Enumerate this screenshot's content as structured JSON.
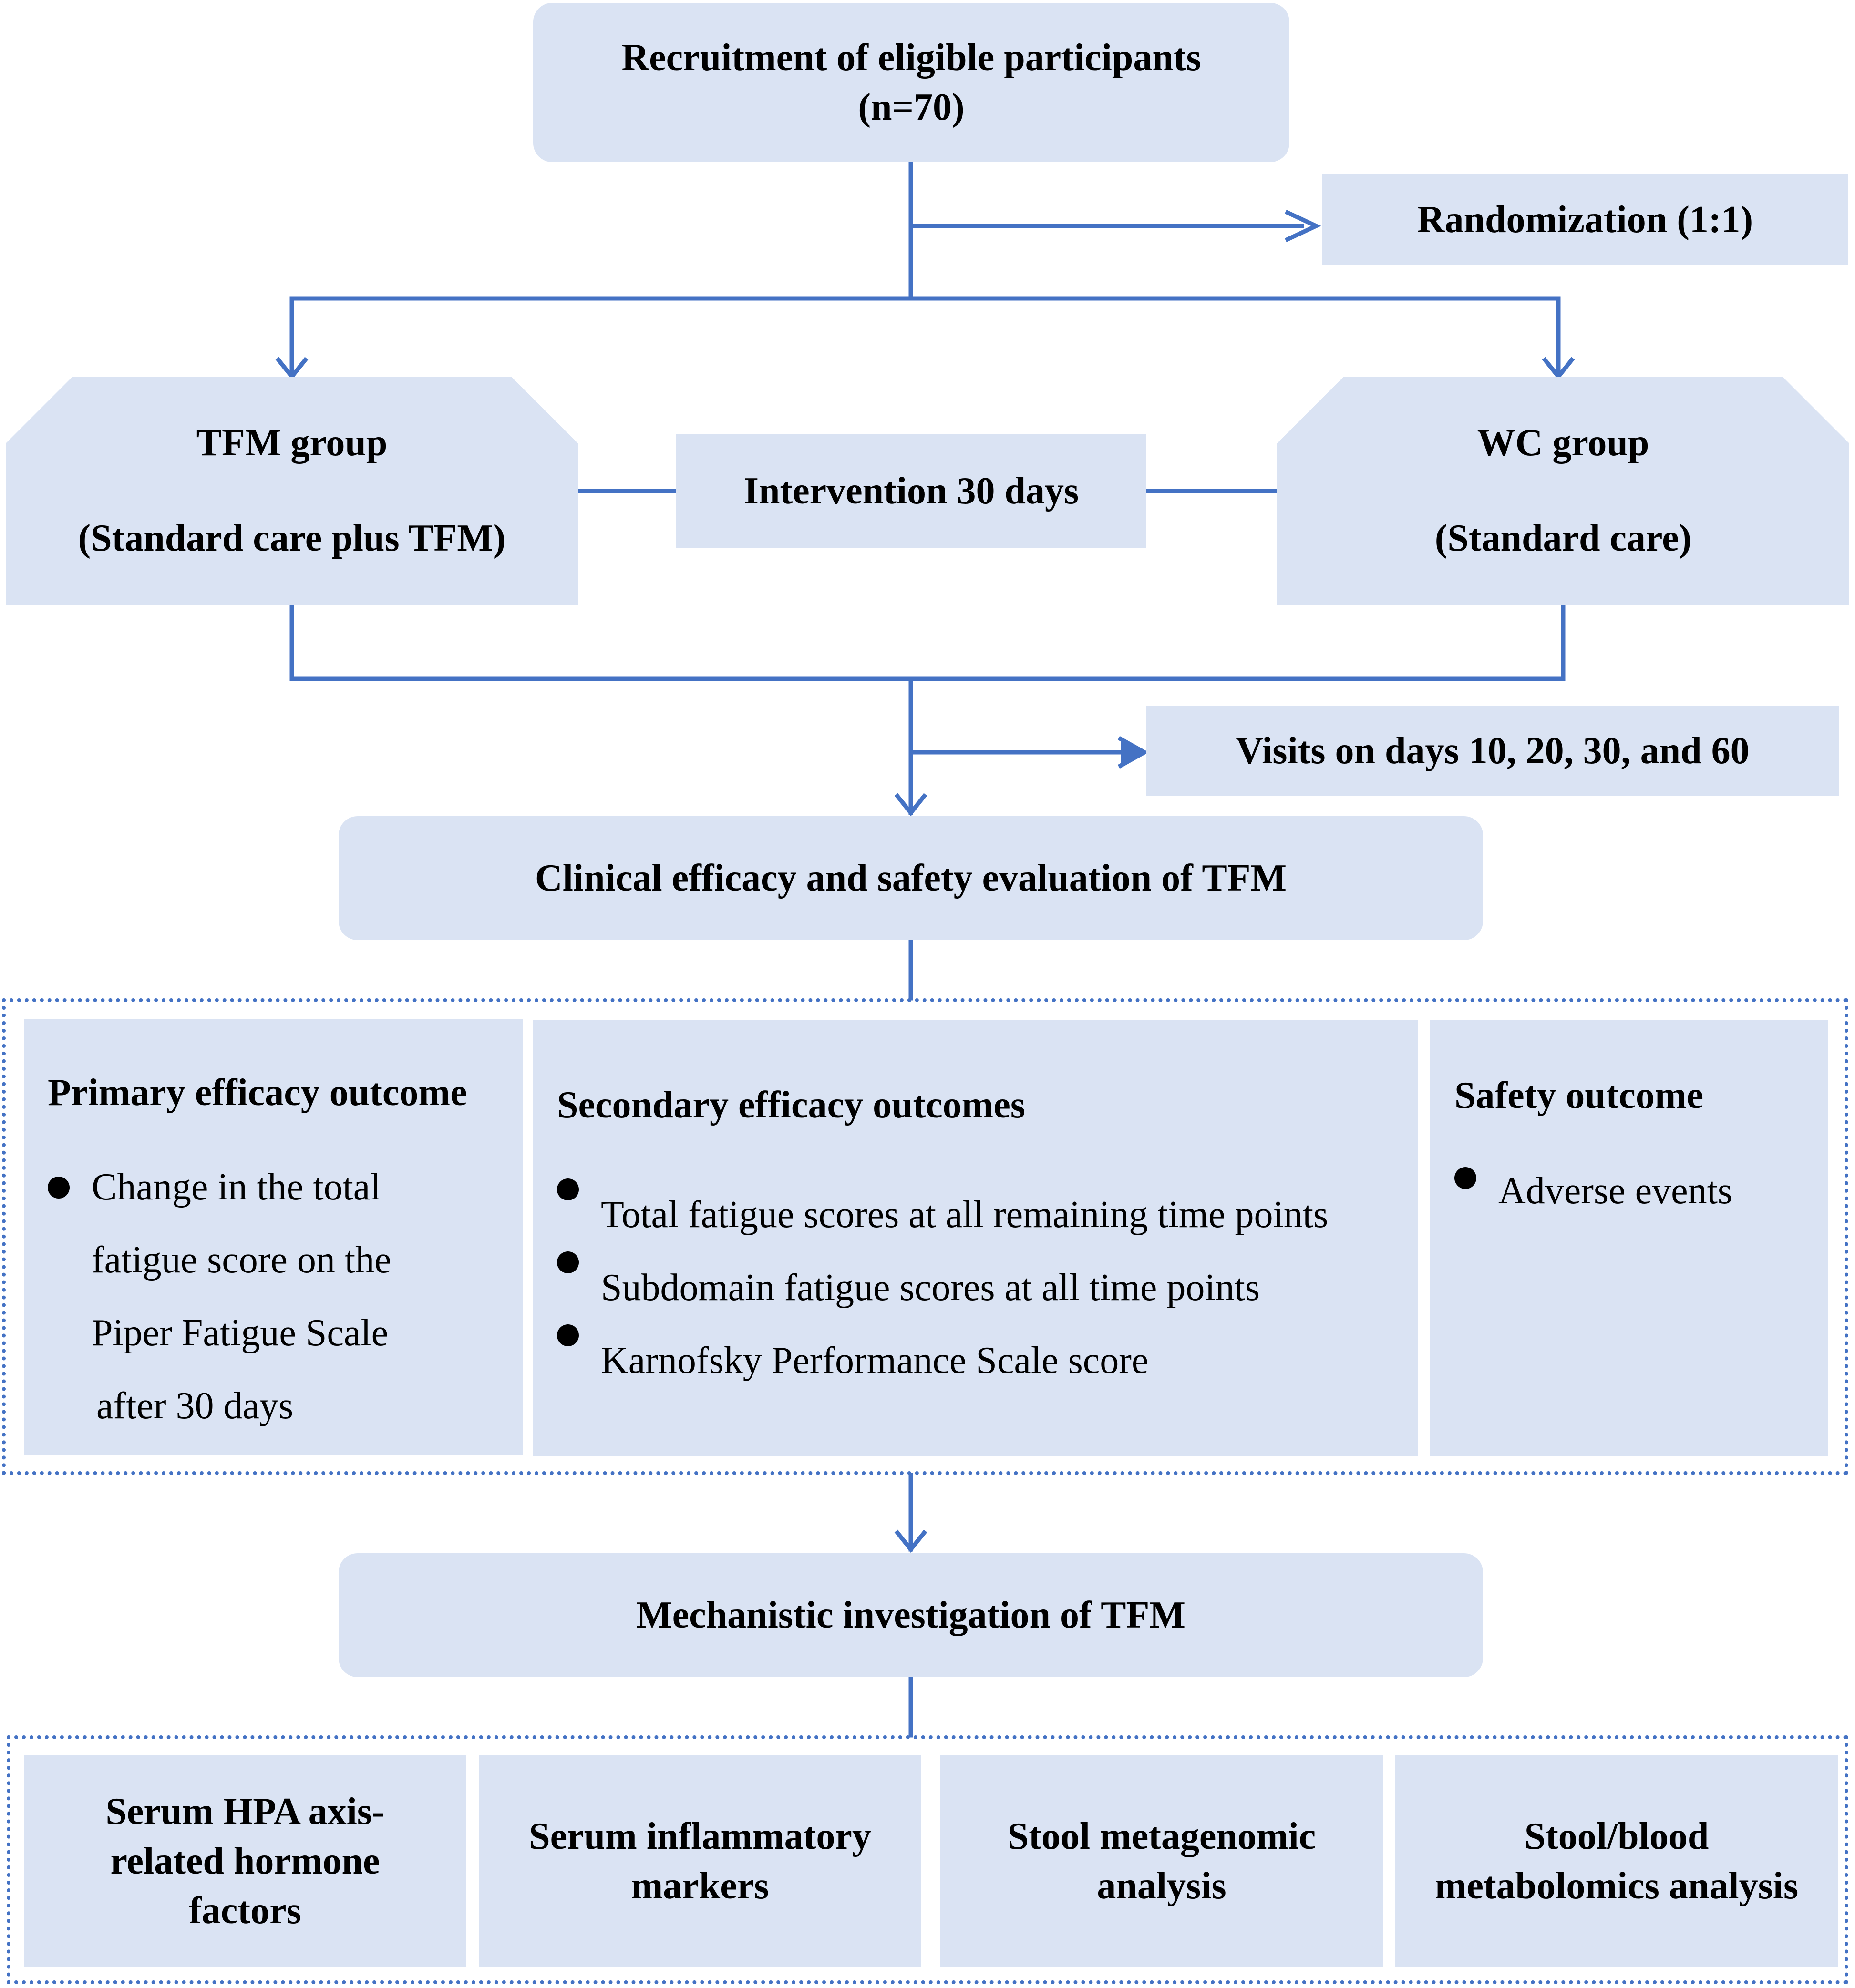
{
  "nodes": {
    "recruitment": {
      "line1": "Recruitment of eligible participants",
      "line2": "(n=70)"
    },
    "randomization": "Randomization (1:1)",
    "tfm_group": {
      "title": "TFM group",
      "subtitle": "(Standard care plus TFM)"
    },
    "intervention": "Intervention 30 days",
    "wc_group": {
      "title": "WC group",
      "subtitle": "(Standard care)"
    },
    "visits": "Visits on days 10, 20, 30, and 60",
    "clinical_eval": "Clinical efficacy and safety evaluation of TFM",
    "mechanistic": "Mechanistic investigation of TFM"
  },
  "outcomes": {
    "primary": {
      "title": "Primary efficacy outcome",
      "lines": [
        "Change in the total",
        "fatigue score on the",
        "Piper Fatigue Scale",
        "after 30 days"
      ]
    },
    "secondary": {
      "title": "Secondary efficacy outcomes",
      "items": [
        "Total fatigue scores at all remaining time points",
        "Subdomain fatigue scores at all time points",
        "Karnofsky Performance Scale score"
      ]
    },
    "safety": {
      "title": "Safety outcome",
      "items": [
        "Adverse events"
      ]
    }
  },
  "mechanisms": [
    {
      "lines": [
        "Serum HPA axis-",
        "related hormone",
        "factors"
      ]
    },
    {
      "lines": [
        "Serum inflammatory",
        "markers"
      ]
    },
    {
      "lines": [
        "Stool metagenomic",
        "analysis"
      ]
    },
    {
      "lines": [
        "Stool/blood",
        "metabolomics analysis"
      ]
    }
  ],
  "colors": {
    "box_fill": "#dae3f3",
    "connector": "#4472c4"
  }
}
